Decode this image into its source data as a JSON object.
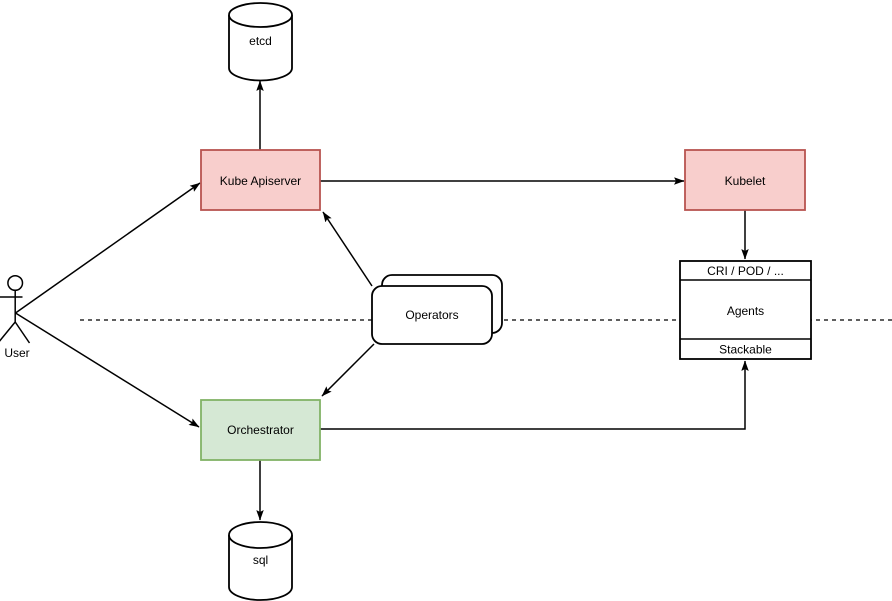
{
  "diagram": {
    "background_color": "#ffffff",
    "line_color": "#000000",
    "nodes": {
      "user": {
        "label": "User",
        "shape": "actor"
      },
      "etcd": {
        "label": "etcd",
        "shape": "cylinder",
        "fill": "#ffffff",
        "stroke": "#000000"
      },
      "sql": {
        "label": "sql",
        "shape": "cylinder",
        "fill": "#ffffff",
        "stroke": "#000000"
      },
      "kube_apiserver": {
        "label": "Kube Apiserver",
        "shape": "rect",
        "fill": "#f8cecc",
        "stroke": "#b85450"
      },
      "kubelet": {
        "label": "Kubelet",
        "shape": "rect",
        "fill": "#f8cecc",
        "stroke": "#b85450"
      },
      "orchestrator": {
        "label": "Orchestrator",
        "shape": "rect",
        "fill": "#d5e8d4",
        "stroke": "#82b366"
      },
      "operators": {
        "label": "Operators",
        "shape": "stacked-rounded-rect",
        "fill": "#ffffff",
        "stroke": "#000000"
      },
      "agent_stack": {
        "shape": "stack-list",
        "fill": "#ffffff",
        "stroke": "#000000",
        "rows": [
          "CRI / POD / ...",
          "Agents",
          "Stackable"
        ]
      }
    },
    "edges": [
      {
        "from": "user",
        "to": "kube_apiserver",
        "arrow": "end"
      },
      {
        "from": "user",
        "to": "orchestrator",
        "arrow": "end"
      },
      {
        "from": "kube_apiserver",
        "to": "etcd",
        "arrow": "end"
      },
      {
        "from": "kube_apiserver",
        "to": "kubelet",
        "arrow": "end"
      },
      {
        "from": "kubelet",
        "to": "agent_stack",
        "arrow": "end"
      },
      {
        "from": "operators",
        "to": "kube_apiserver",
        "arrow": "end"
      },
      {
        "from": "operators",
        "to": "orchestrator",
        "arrow": "end"
      },
      {
        "from": "orchestrator",
        "to": "sql",
        "arrow": "end"
      },
      {
        "from": "orchestrator",
        "to": "agent_stack",
        "arrow": "end"
      }
    ],
    "separator": {
      "style": "dashed"
    }
  }
}
